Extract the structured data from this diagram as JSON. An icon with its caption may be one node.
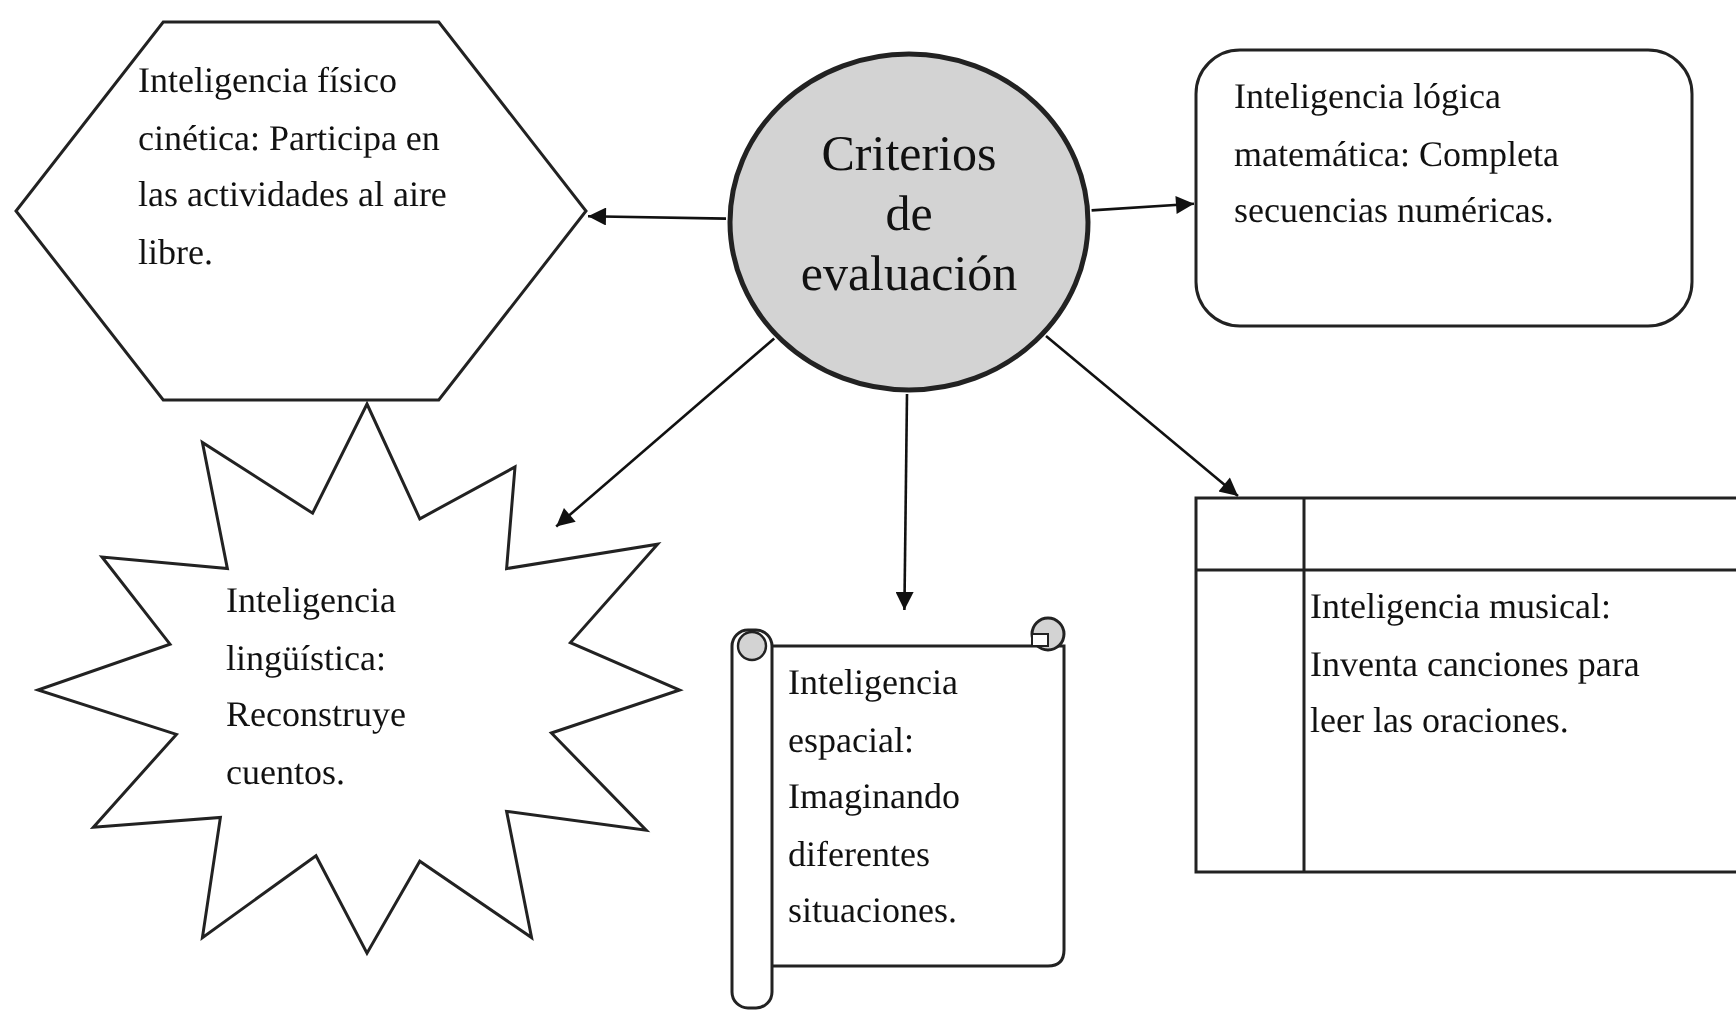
{
  "diagram": {
    "nodes": [
      {
        "text": [
          "Criterios de evaluación"
        ]
      },
      {
        "text": [
          "Inteligencia físico cinética: Participa en las actividades al aire libre."
        ]
      },
      {
        "text": [
          "Inteligencia lógica matemática: Completa secuencias numéricas."
        ]
      },
      {
        "text": [
          "Inteligencia lingüística: Reconstruye cuentos."
        ]
      },
      {
        "text": [
          "Inteligencia espacial: Imaginando diferentes situaciones."
        ]
      },
      {
        "text": [
          "Inteligencia musical: Inventa canciones para leer las oraciones."
        ]
      }
    ],
    "edges": [
      {
        "from": 0,
        "to": 1,
        "arrow": "to"
      },
      {
        "from": 0,
        "to": 2,
        "arrow": "to"
      },
      {
        "from": 0,
        "to": 3,
        "arrow": "to"
      },
      {
        "from": 0,
        "to": 4,
        "arrow": "to"
      },
      {
        "from": 0,
        "to": 5,
        "arrow": "to"
      }
    ]
  }
}
